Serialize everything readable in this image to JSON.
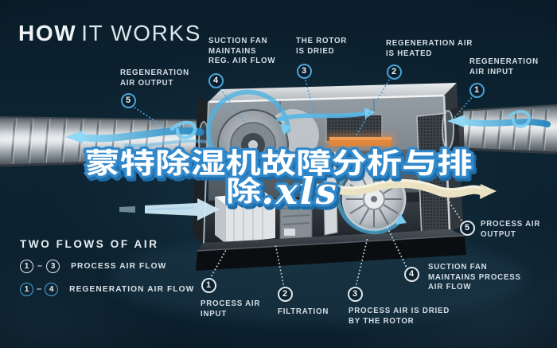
{
  "title": {
    "bold": "HOW",
    "light": "IT WORKS"
  },
  "overlay": {
    "filename": "蒙特除湿机故障分析与排除.xls",
    "line1": "蒙特除湿机故障分析与排",
    "line2_cjk": "除",
    "line2_suffix": ".xls",
    "fill": "#ffffff",
    "outline": "#3088cb"
  },
  "legend": {
    "heading": "TWO FLOWS OF AIR",
    "rows": [
      {
        "from": "1",
        "dash": "–",
        "to": "3",
        "label": "PROCESS AIR FLOW",
        "flow": "process"
      },
      {
        "from": "1",
        "dash": "–",
        "to": "4",
        "label": "REGENERATION AIR FLOW",
        "flow": "regeneration"
      }
    ]
  },
  "callouts": [
    {
      "number": "5",
      "lines": [
        "REGENERATION",
        "AIR OUTPUT"
      ],
      "flow": "regeneration"
    },
    {
      "number": "4",
      "lines": [
        "SUCTION FAN",
        "MAINTAINS",
        "REG. AIR FLOW"
      ],
      "flow": "regeneration"
    },
    {
      "number": "3",
      "lines": [
        "THE ROTOR",
        "IS DRIED"
      ],
      "flow": "regeneration"
    },
    {
      "number": "2",
      "lines": [
        "REGENERATION AIR",
        "IS HEATED"
      ],
      "flow": "regeneration"
    },
    {
      "number": "1",
      "lines": [
        "REGENERATION",
        "AIR INPUT"
      ],
      "flow": "regeneration"
    },
    {
      "number": "1",
      "lines": [
        "PROCESS AIR",
        "INPUT"
      ],
      "flow": "process"
    },
    {
      "number": "2",
      "lines": [
        "FILTRATION"
      ],
      "flow": "process"
    },
    {
      "number": "3",
      "lines": [
        "PROCESS AIR IS DRIED",
        "BY THE ROTOR"
      ],
      "flow": "process"
    },
    {
      "number": "4",
      "lines": [
        "SUCTION FAN",
        "MAINTAINS PROCESS",
        "AIR FLOW"
      ],
      "flow": "process"
    },
    {
      "number": "5",
      "lines": [
        "PROCESS AIR",
        "OUTPUT"
      ],
      "flow": "process"
    }
  ],
  "colors": {
    "background": "#0d2130",
    "accent_blue": "#4aa4d9",
    "label_text": "#d9e2e8",
    "arrow_blue": "#5fc0ea",
    "arrow_cream": "#eae2c3",
    "heater_orange": "#e88a3a"
  }
}
